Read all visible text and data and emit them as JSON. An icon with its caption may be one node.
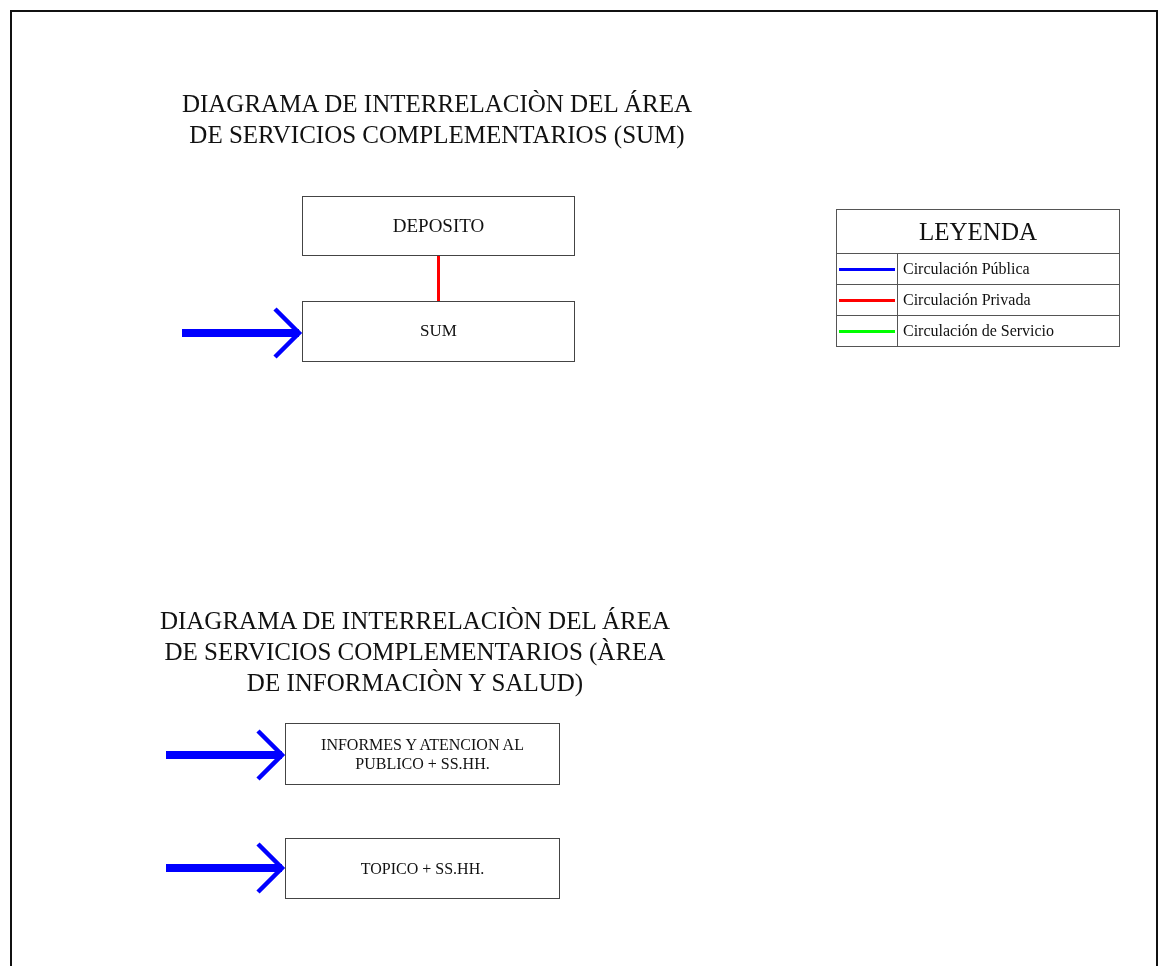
{
  "diagram": {
    "title": "DIAGRAMA DE INTERRELACIÒN DEL ÁREA DE SERVICIOS COMPLEMENTARIOS (SUM)",
    "nodes": [
      {
        "text": [
          "DEPOSITO"
        ]
      },
      {
        "text": [
          "SUM"
        ]
      },
      {
        "text": [
          "INFORMES Y ATENCION AL PUBLICO + SS.HH."
        ]
      },
      {
        "text": [
          "TOPICO + SS.HH."
        ]
      }
    ],
    "edges": [
      {
        "from": 0,
        "to": 1,
        "arrow": "none",
        "color": "#ff0000"
      },
      {
        "from": null,
        "to": 1,
        "arrow": "to"
      },
      {
        "from": null,
        "to": 2,
        "arrow": "to"
      },
      {
        "from": null,
        "to": 3,
        "arrow": "to"
      }
    ],
    "labels": [
      "DIAGRAMA DE INTERRELACIÒN DEL ÁREA DE SERVICIOS COMPLEMENTARIOS (ÀREA DE INFORMACIÒN Y SALUD)",
      "LEYENDA"
    ],
    "legend": [
      {
        "text": "Circulación Pública",
        "color": "#0000ff"
      },
      {
        "text": "Circulación Privada",
        "color": "#ff0000"
      },
      {
        "text": "Circulación de Servicio",
        "color": "#00ff00"
      }
    ]
  }
}
